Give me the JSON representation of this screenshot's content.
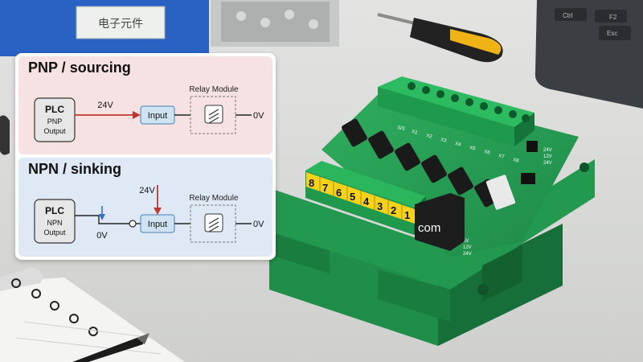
{
  "scene": {
    "bin_label": "电子元件",
    "board": {
      "pin_numbers": [
        "8",
        "7",
        "6",
        "5",
        "4",
        "3",
        "2",
        "1"
      ],
      "com_label": "com",
      "top_terminal_labels": [
        "S/S",
        "X1",
        "X2",
        "X3",
        "X4",
        "X5",
        "X6",
        "X7",
        "X8"
      ],
      "side_labels": [
        "24V",
        "12V",
        "24V"
      ],
      "bottom_labels": [
        "5V",
        "12V",
        "24V"
      ]
    },
    "laptop_keys": [
      "F2",
      "Esc",
      "Ctrl"
    ]
  },
  "diagram": {
    "pnp": {
      "title": "PNP / sourcing",
      "plc_label": "PLC",
      "plc_sub": "PNP",
      "plc_output": "Output",
      "voltage_in": "24V",
      "input_label": "Input",
      "relay_label": "Relay Module",
      "voltage_out": "0V"
    },
    "npn": {
      "title": "NPN / sinking",
      "plc_label": "PLC",
      "plc_sub": "NPN",
      "plc_output": "Output",
      "voltage_top": "24V",
      "voltage_low": "0V",
      "input_label": "Input",
      "relay_label": "Relay Module",
      "voltage_out": "0V"
    },
    "colors": {
      "pnp_bg": "#f6e2e2",
      "npn_bg": "#dfe9f5",
      "arrow_red": "#c0392b",
      "arrow_blue": "#2e6fd0",
      "input_box": "#cfe3f3"
    }
  }
}
